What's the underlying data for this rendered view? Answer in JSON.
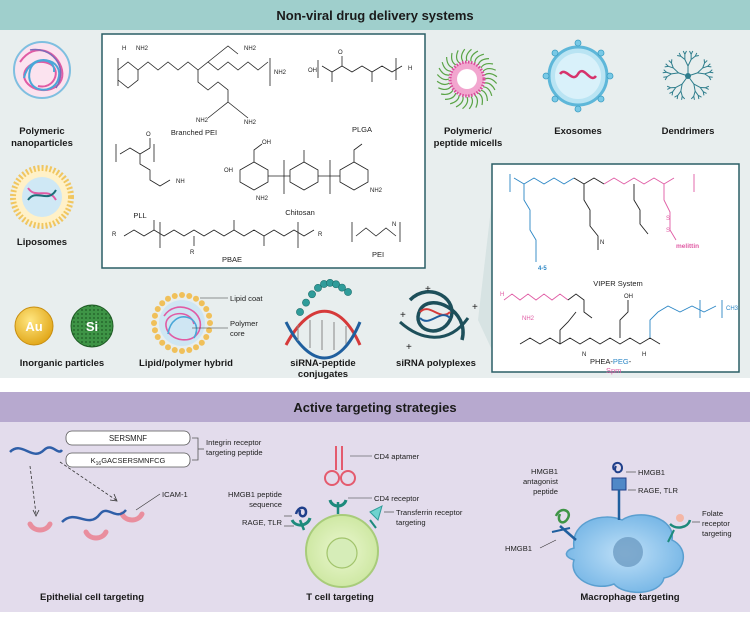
{
  "top_section": {
    "title": "Non-viral drug delivery systems",
    "carriers": {
      "polymeric_nanoparticles": {
        "line1": "Polymeric",
        "line2": "nanoparticles"
      },
      "liposomes": "Liposomes",
      "inorganic_particles": "Inorganic particles",
      "gold_symbol": "Au",
      "silicon_symbol": "Si",
      "lipid_polymer_hybrid": "Lipid/polymer hybrid",
      "lipid_coat": "Lipid coat",
      "polymer_core": {
        "line1": "Polymer",
        "line2": "core"
      },
      "sirna_peptide_conjugates": {
        "line1": "siRNA-peptide",
        "line2": "conjugates"
      },
      "sirna_polyplexes": "siRNA polyplexes",
      "polymeric_peptide_micells": {
        "line1": "Polymeric/",
        "line2": "peptide micells"
      },
      "exosomes": "Exosomes",
      "dendrimers": "Dendrimers"
    },
    "polymers": {
      "branched_pei": "Branched PEI",
      "plga": "PLGA",
      "pll": "PLL",
      "chitosan": "Chitosan",
      "pbae": "PBAE",
      "pei": "PEI"
    },
    "viper": {
      "label": "VIPER System",
      "mult": "4-5",
      "melittin": "melittin"
    },
    "phea": {
      "part1": "PHEA-",
      "part2": "PEG",
      "part3": "-",
      "part4": "Spm"
    },
    "atoms": {
      "nh2": "NH2",
      "nh": "NH",
      "oh": "OH",
      "o": "O",
      "n": "N",
      "h": "H",
      "r": "R",
      "s": "S",
      "ch3": "CH3"
    }
  },
  "bottom_section": {
    "title": "Active targeting strategies",
    "peptide1": "SERSMNF",
    "peptide2_prefix": "K",
    "peptide2_sub": "16",
    "peptide2_suffix": "GACSERSMNFCG",
    "integrin_line1": "Integrin receptor",
    "integrin_line2": "targeting peptide",
    "icam": "ICAM-1",
    "epithelial": "Epithelial cell targeting",
    "cd4_aptamer": "CD4 aptamer",
    "hmgb1_peptide_line1": "HMGB1 peptide",
    "hmgb1_peptide_line2": "sequence",
    "cd4_receptor": "CD4 receptor",
    "rage_tlr": "RAGE, TLR",
    "transferrin_line1": "Transferrin receptor",
    "transferrin_line2": "targeting",
    "t_cell": "T cell targeting",
    "hmgb1_antagonist_line1": "HMGB1",
    "hmgb1_antagonist_line2": "antagonist",
    "hmgb1_antagonist_line3": "peptide",
    "hmgb1": "HMGB1",
    "folate_line1": "Folate",
    "folate_line2": "receptor",
    "folate_line3": "targeting",
    "macrophage": "Macrophage targeting"
  },
  "colors": {
    "top_bg": "#e8eeee",
    "top_header": "#9fcfcc",
    "bottom_bg": "#e8e3ef",
    "bottom_header": "#b7a9cf",
    "pink": "#e05ba4",
    "teal": "#1d6f78",
    "blue_chem": "#2b86c5"
  }
}
